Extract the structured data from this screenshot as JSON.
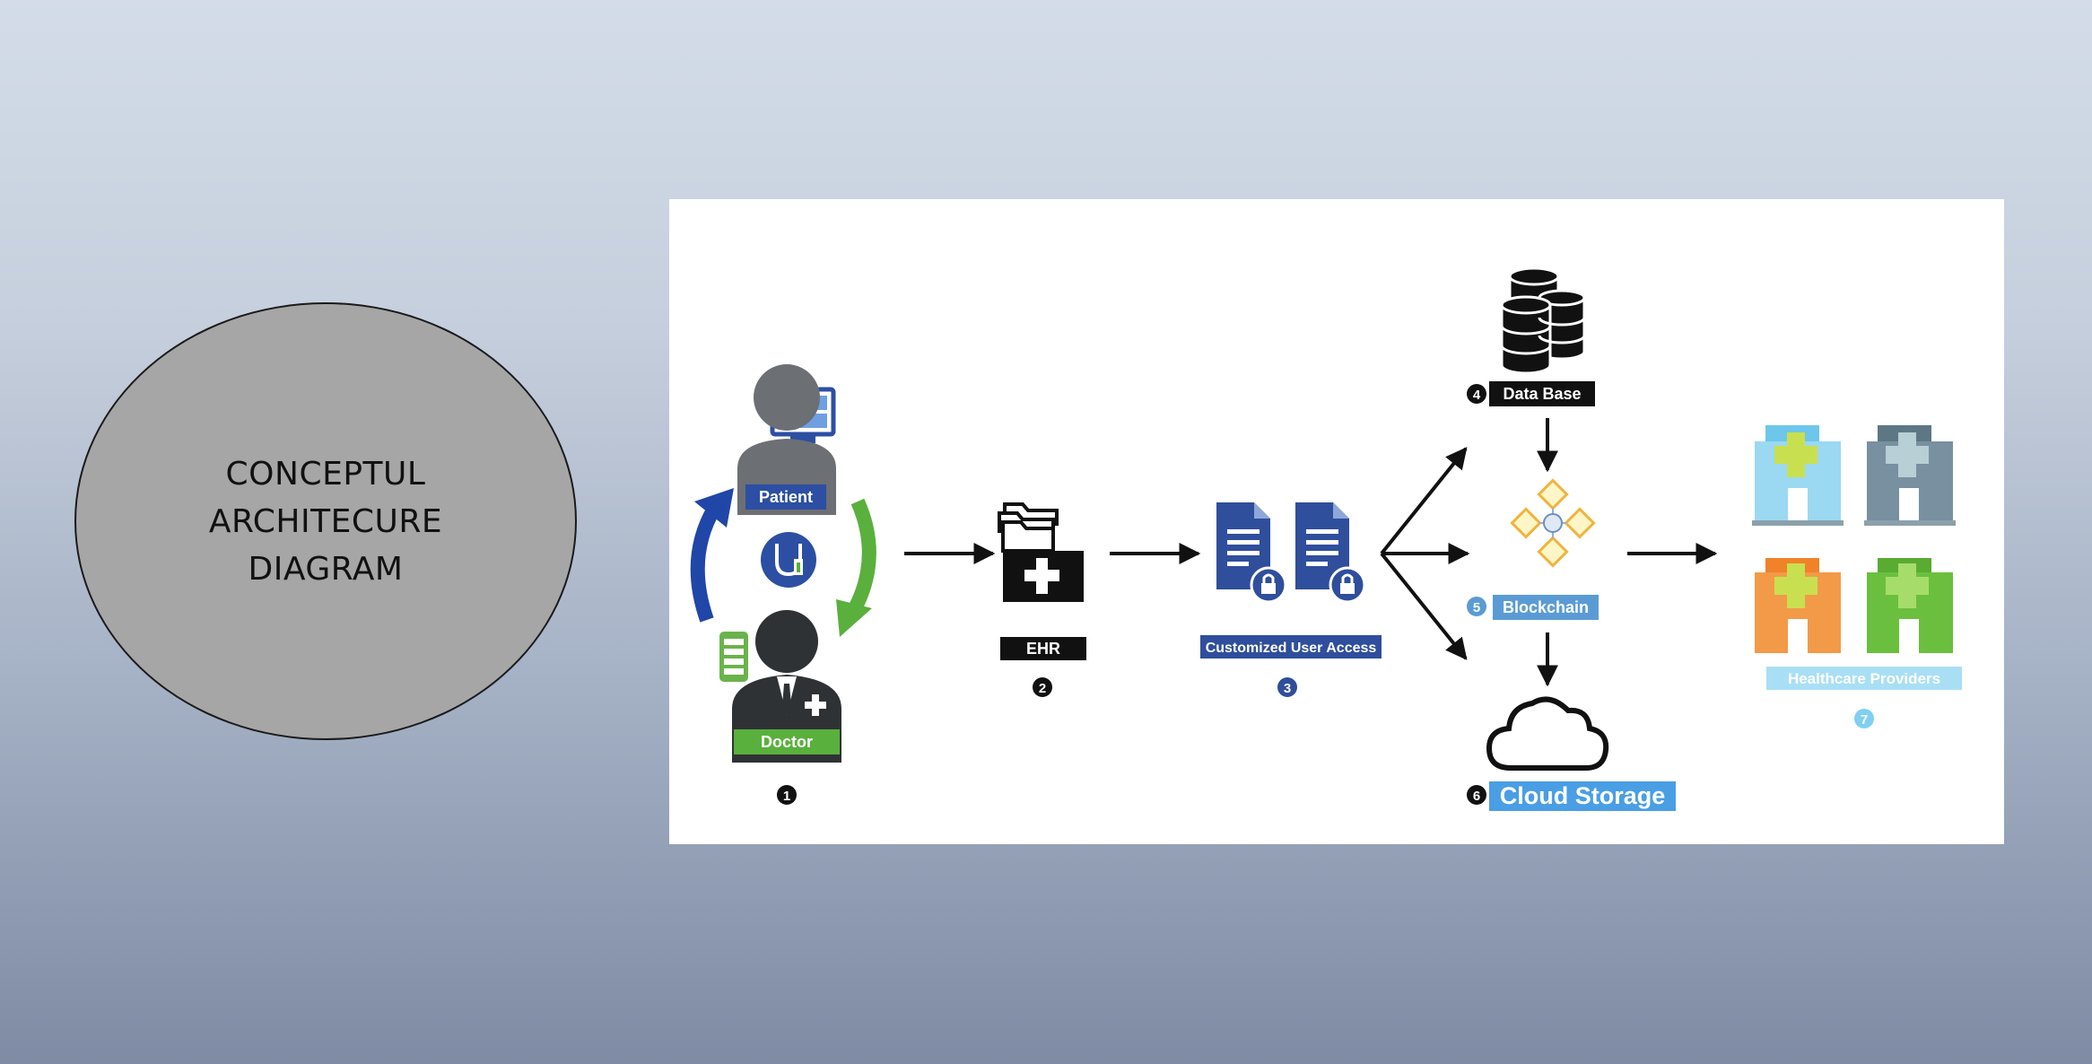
{
  "slide": {
    "title_lines": [
      "CONCEPTUL",
      "ARCHITECURE",
      "DIAGRAM"
    ]
  },
  "diagram": {
    "patient_label": "Patient",
    "doctor_label": "Doctor",
    "ehr_label": "EHR",
    "access_label": "Customized User Access",
    "database_label": "Data Base",
    "blockchain_label": "Blockchain",
    "cloud_label": "Cloud Storage",
    "providers_label": "Healthcare Providers",
    "step_numbers": [
      "1",
      "2",
      "3",
      "4",
      "5",
      "6",
      "7"
    ],
    "colors": {
      "patient_blue": "#2c4fa3",
      "doctor_green": "#5ab03c",
      "doc_blue": "#2f4e9c",
      "blockchain_blue": "#5b9bd5",
      "cloud_label_bg": "#4a9ee4",
      "providers_label_bg": "#a9dff5",
      "hospital_cyan": "#6ec6ea",
      "hospital_slate": "#5d7785",
      "hospital_orange": "#f0822a",
      "hospital_green": "#6bbf3e",
      "hospital_cross_yellow": "#c8e050"
    }
  }
}
